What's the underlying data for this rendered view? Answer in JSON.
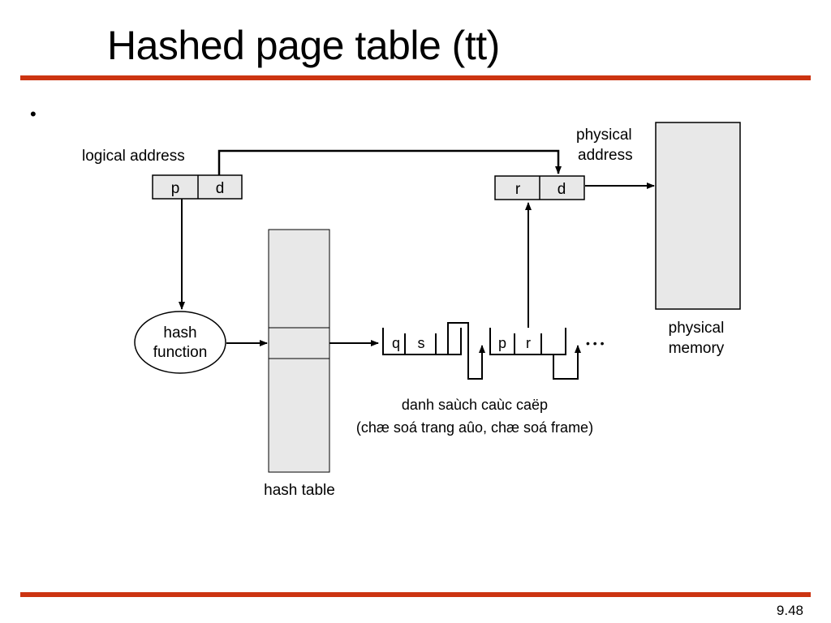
{
  "slide": {
    "title": "Hashed page table (tt)",
    "bullet": "•",
    "page_number": "9.48"
  },
  "diagram": {
    "logical_address_label": "logical address",
    "logical_fields": [
      "p",
      "d"
    ],
    "physical_address_label": [
      "physical",
      "address"
    ],
    "physical_fields": [
      "r",
      "d"
    ],
    "hash_function_label": [
      "hash",
      "function"
    ],
    "hash_table_label": "hash table",
    "physical_memory_label": [
      "physical",
      "memory"
    ],
    "chain_node_1": [
      "q",
      "s"
    ],
    "chain_node_2": [
      "p",
      "r"
    ],
    "ellipsis": "• • •",
    "caption_line_1": "danh saùch caùc caëp",
    "caption_line_2": "(chæ soá trang aûo, chæ soá frame)"
  },
  "colors": {
    "accent_rule": "#cc3411",
    "box_fill": "#e8e8e8",
    "line": "#000000"
  }
}
